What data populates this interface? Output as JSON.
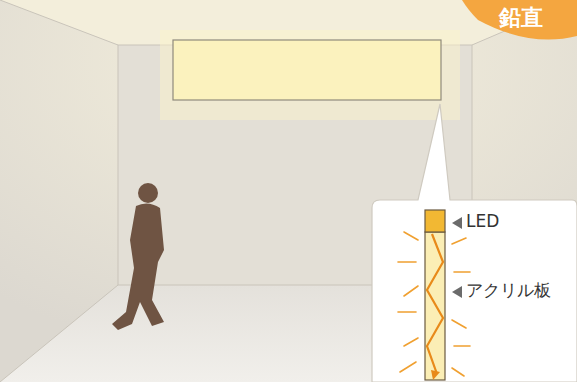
{
  "diagram": {
    "nodes": [
      {
        "text": [
          "鉛直"
        ]
      }
    ],
    "labels": [
      "LED",
      "アクリル板"
    ]
  }
}
